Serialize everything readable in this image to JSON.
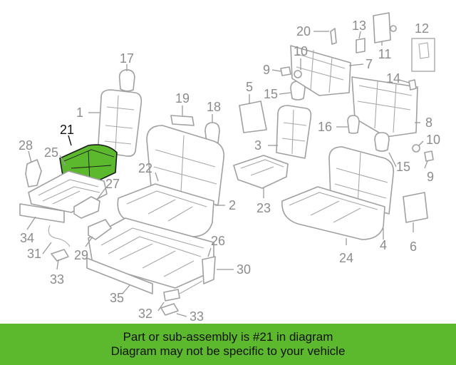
{
  "diagram": {
    "highlight_color": "#5cb82d",
    "highlighted_part": "21",
    "callouts": [
      "1",
      "2",
      "3",
      "4",
      "5",
      "6",
      "7",
      "8",
      "9",
      "9",
      "10",
      "10",
      "11",
      "12",
      "13",
      "14",
      "15",
      "15",
      "16",
      "17",
      "18",
      "19",
      "20",
      "21",
      "22",
      "23",
      "24",
      "25",
      "26",
      "27",
      "28",
      "29",
      "30",
      "31",
      "32",
      "33",
      "33",
      "34",
      "35"
    ]
  },
  "banner": {
    "line1": "Part or sub-assembly is #21 in diagram",
    "line2": "Diagram may not be specific to your vehicle"
  }
}
